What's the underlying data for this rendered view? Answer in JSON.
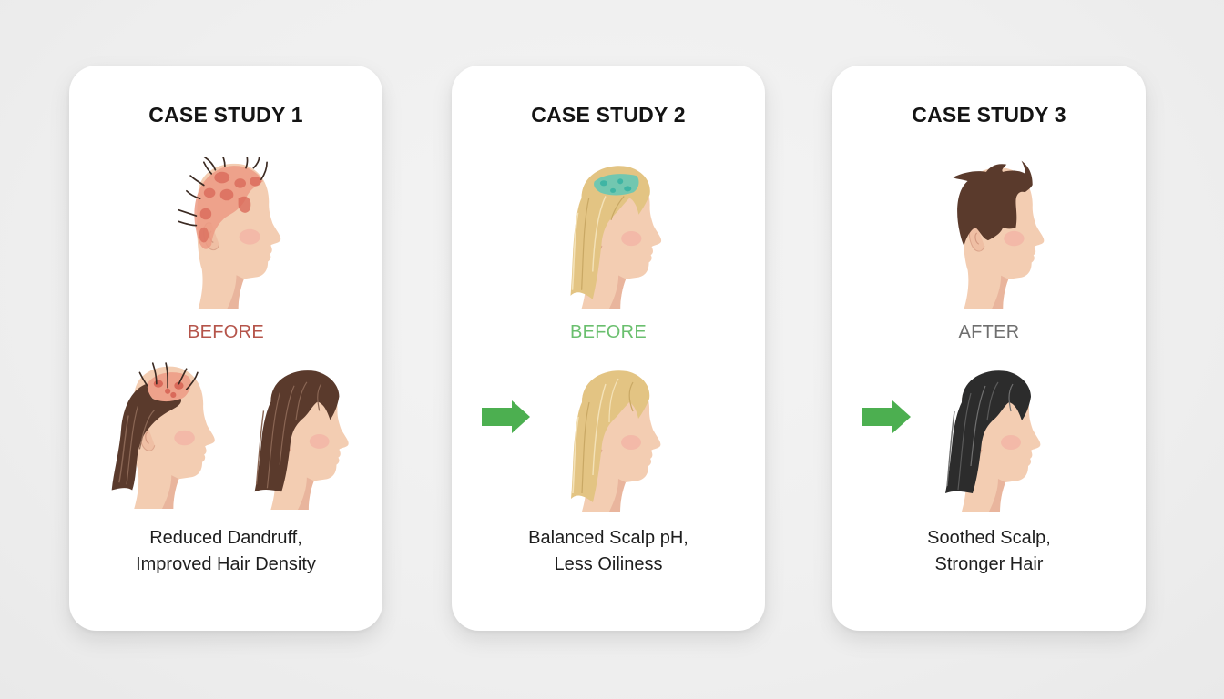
{
  "colors": {
    "background": "#efefef",
    "card": "#ffffff",
    "title": "#141414",
    "caption": "#1e1e1e",
    "arrow": "#4caf50",
    "skin": "#f3cdb2",
    "skin_shadow": "#e4ab94",
    "blush": "#f2a9a0",
    "inflamed_scalp": "#ec9a84",
    "inflamed_spot": "#d96a5a",
    "oily_patch": "#5ec8b8",
    "hair_brown": "#5a3a2c",
    "hair_blonde": "#e3c483",
    "hair_black": "#2c2c2c"
  },
  "cards": [
    {
      "title": "CASE STUDY 1",
      "state_label": "BEFORE",
      "state_label_color": "#b5544a",
      "top_image": "head-inflamed-scalp-icon",
      "bottom_images": [
        "head-thinning-hair-icon",
        "head-full-brown-hair-icon"
      ],
      "has_arrow": false,
      "caption_lines": [
        "Reduced Dandruff,",
        "Improved Hair Density"
      ]
    },
    {
      "title": "CASE STUDY 2",
      "state_label": "BEFORE",
      "state_label_color": "#6abf6e",
      "top_image": "head-oily-scalp-blonde-icon",
      "bottom_images": [
        "head-healthy-blonde-icon"
      ],
      "has_arrow": true,
      "caption_lines": [
        "Balanced Scalp pH,",
        "Less Oiliness"
      ]
    },
    {
      "title": "CASE STUDY 3",
      "state_label": "AFTER",
      "state_label_color": "#6f6f6f",
      "top_image": "head-short-brown-hair-icon",
      "bottom_images": [
        "head-black-hair-icon"
      ],
      "has_arrow": true,
      "caption_lines": [
        "Soothed Scalp,",
        "Stronger Hair"
      ]
    }
  ]
}
